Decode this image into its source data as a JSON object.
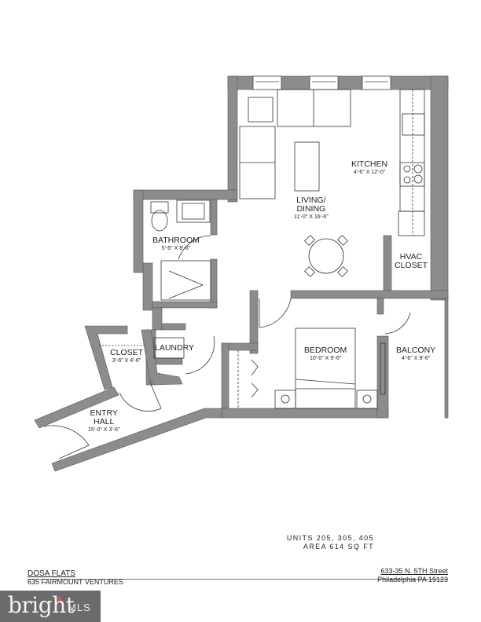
{
  "floorplan": {
    "rooms": {
      "kitchen": {
        "name": "KITCHEN",
        "dims": "4'-6\" X 12'-0\""
      },
      "living": {
        "name_line1": "LIVING/",
        "name_line2": "DINING",
        "dims": "11'-0\" X 16'-6\""
      },
      "bathroom": {
        "name": "BATHROOM",
        "dims": "5'-6\" X 8'-6\""
      },
      "hvac": {
        "name_line1": "HVAC",
        "name_line2": "CLOSET"
      },
      "bedroom": {
        "name": "BEDROOM",
        "dims": "10'-0\" X 9'-6\""
      },
      "balcony": {
        "name": "BALCONY",
        "dims": "4'-6\" X 9'-6\""
      },
      "closet": {
        "name": "CLOSET",
        "dims": "3'-6\" X 4'-6\""
      },
      "laundry": {
        "name": "LAUNDRY"
      },
      "entry": {
        "name_line1": "ENTRY",
        "name_line2": "HALL",
        "dims": "15'-0\" X 3'-6\""
      }
    },
    "colors": {
      "wall": "#8c8c8c",
      "line": "#333333"
    }
  },
  "info": {
    "units": "UNITS 205, 305, 405",
    "area": "AREA 614 SQ FT",
    "address_line1": "633-35 N. 5TH Street",
    "address_line2": "Philadelphia PA 19123"
  },
  "project": {
    "title": "DOSA FLATS",
    "developer": "635 FAIRMOUNT VENTURES"
  },
  "watermark": {
    "brand": "bright",
    "suffix": "MLS"
  }
}
